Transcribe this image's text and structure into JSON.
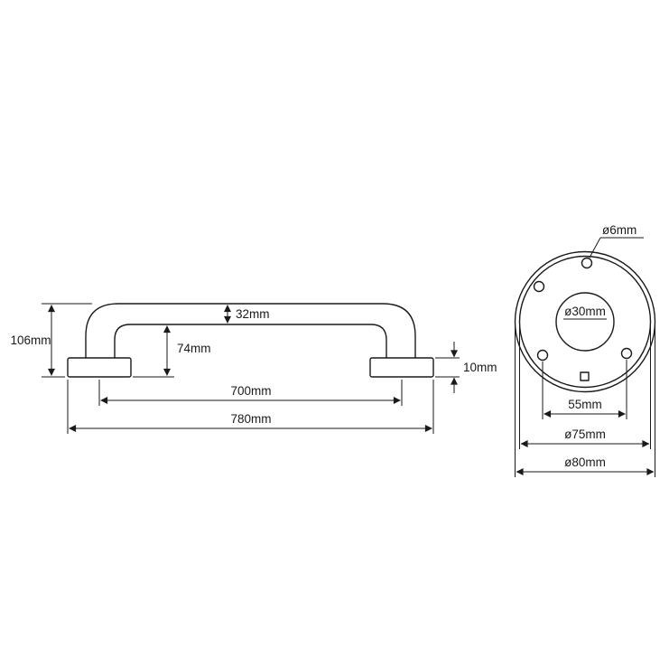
{
  "drawing": {
    "title": "Grab bar technical drawing",
    "views": {
      "side": "side-profile-view",
      "front": "flange-front-view"
    }
  },
  "side_view": {
    "tube_diameter": "32mm",
    "grip_clearance_height": "74mm",
    "total_height": "106mm",
    "flange_thickness": "10mm",
    "flange_centers_span": "700mm",
    "total_length": "780mm"
  },
  "front_view": {
    "screw_hole_diameter": "ø6mm",
    "center_hole_diameter": "ø30mm",
    "screw_hole_spacing": "55mm",
    "inner_flange_diameter": "ø75mm",
    "outer_flange_diameter": "ø80mm"
  },
  "colors": {
    "line": "#1a1a1a",
    "background": "#ffffff"
  }
}
